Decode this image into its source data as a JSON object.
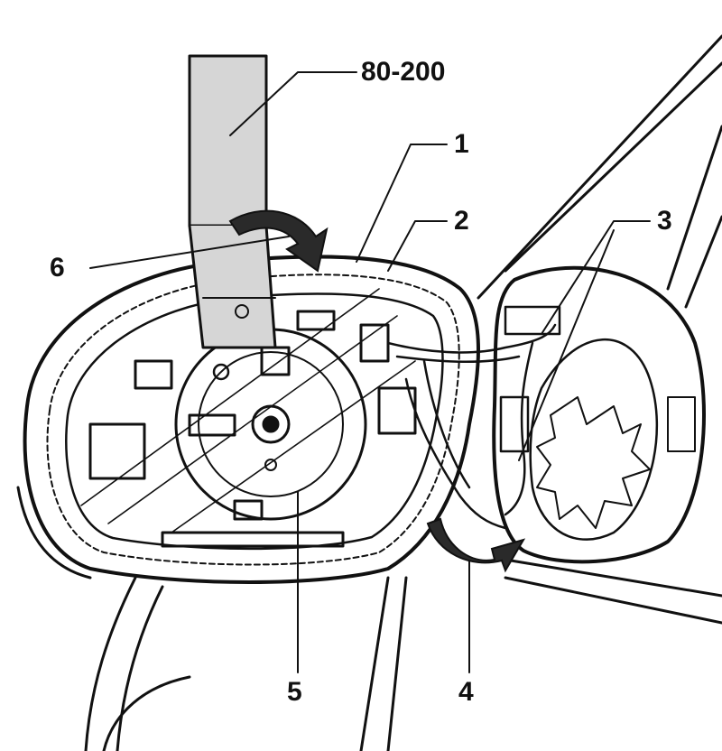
{
  "diagram": {
    "callouts": {
      "tool": "80-200",
      "c1": "1",
      "c2": "2",
      "c3": "3",
      "c4": "4",
      "c5": "5",
      "c6": "6"
    }
  },
  "colors": {
    "ink": "#111111",
    "tool_fill": "#d6d6d6",
    "background": "#ffffff",
    "arrow_fill": "#2a2a2a"
  }
}
